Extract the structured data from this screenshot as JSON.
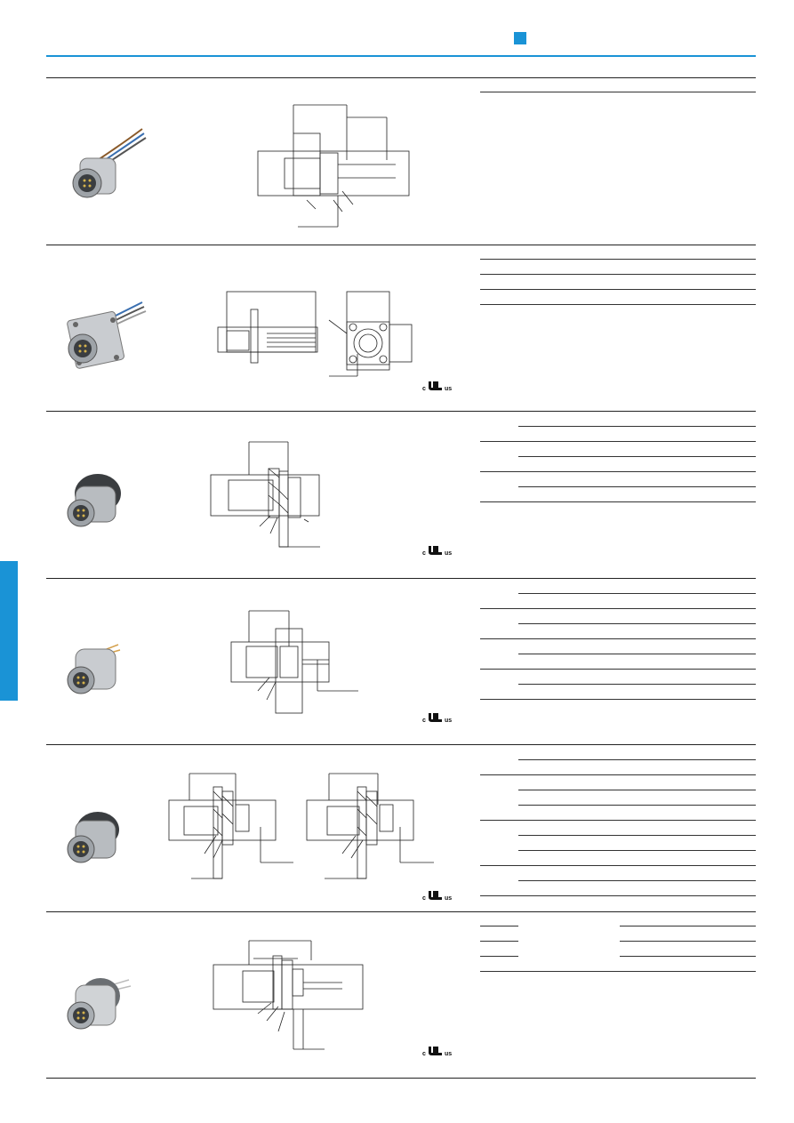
{
  "page": {
    "accent_color": "#1a93d6",
    "rule_color": "#222222"
  },
  "header": {
    "marker_icon": "blue-square-icon",
    "side_tab_icon": "blue-side-tab"
  },
  "products": [
    {
      "id": "row-1",
      "photo_icon": "m12-connector-cable-photo",
      "certification": ""
    },
    {
      "id": "row-2",
      "photo_icon": "m12-square-flange-connector-photo",
      "certification": "c-UR-us"
    },
    {
      "id": "row-3",
      "photo_icon": "m12-rear-mount-connector-photo",
      "certification": "c-UR-us"
    },
    {
      "id": "row-4",
      "photo_icon": "m12-pcb-connector-photo",
      "certification": "c-UR-us"
    },
    {
      "id": "row-5",
      "photo_icon": "m12-front-mount-connector-photo",
      "certification": "c-UR-us"
    },
    {
      "id": "row-6",
      "photo_icon": "m12-pcb-rear-connector-photo",
      "certification": "c-UR-us"
    }
  ],
  "certification_mark": {
    "prefix": "c",
    "suffix": "us"
  }
}
